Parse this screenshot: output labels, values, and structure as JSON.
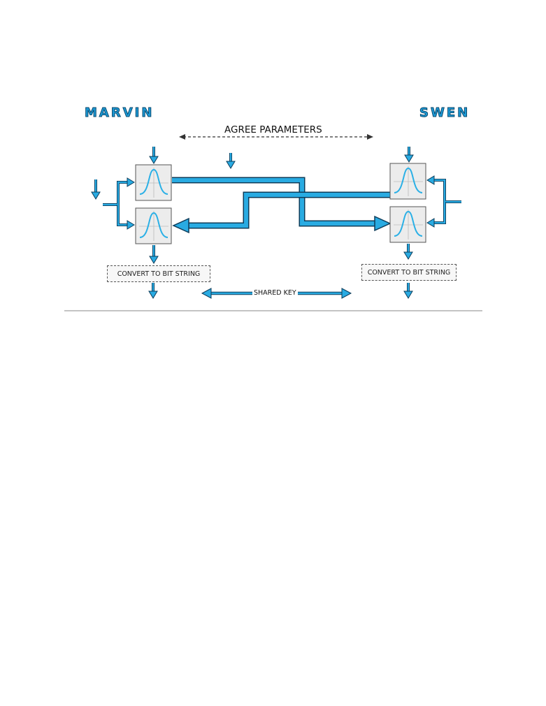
{
  "parties": {
    "left": "MARVIN",
    "right": "SWEN"
  },
  "agree_label": "AGREE PARAMETERS",
  "convert_left": "CONVERT TO BIT STRING",
  "convert_right": "CONVERT TO BIT STRING",
  "shared_key_label": "SHARED KEY",
  "colors": {
    "arrow": "#29abe2",
    "arrow_outline": "#0d3c5a",
    "box_fill": "#ececec",
    "curve": "#2bb0e6"
  },
  "icons": [
    "gaussian-curve-icon"
  ]
}
